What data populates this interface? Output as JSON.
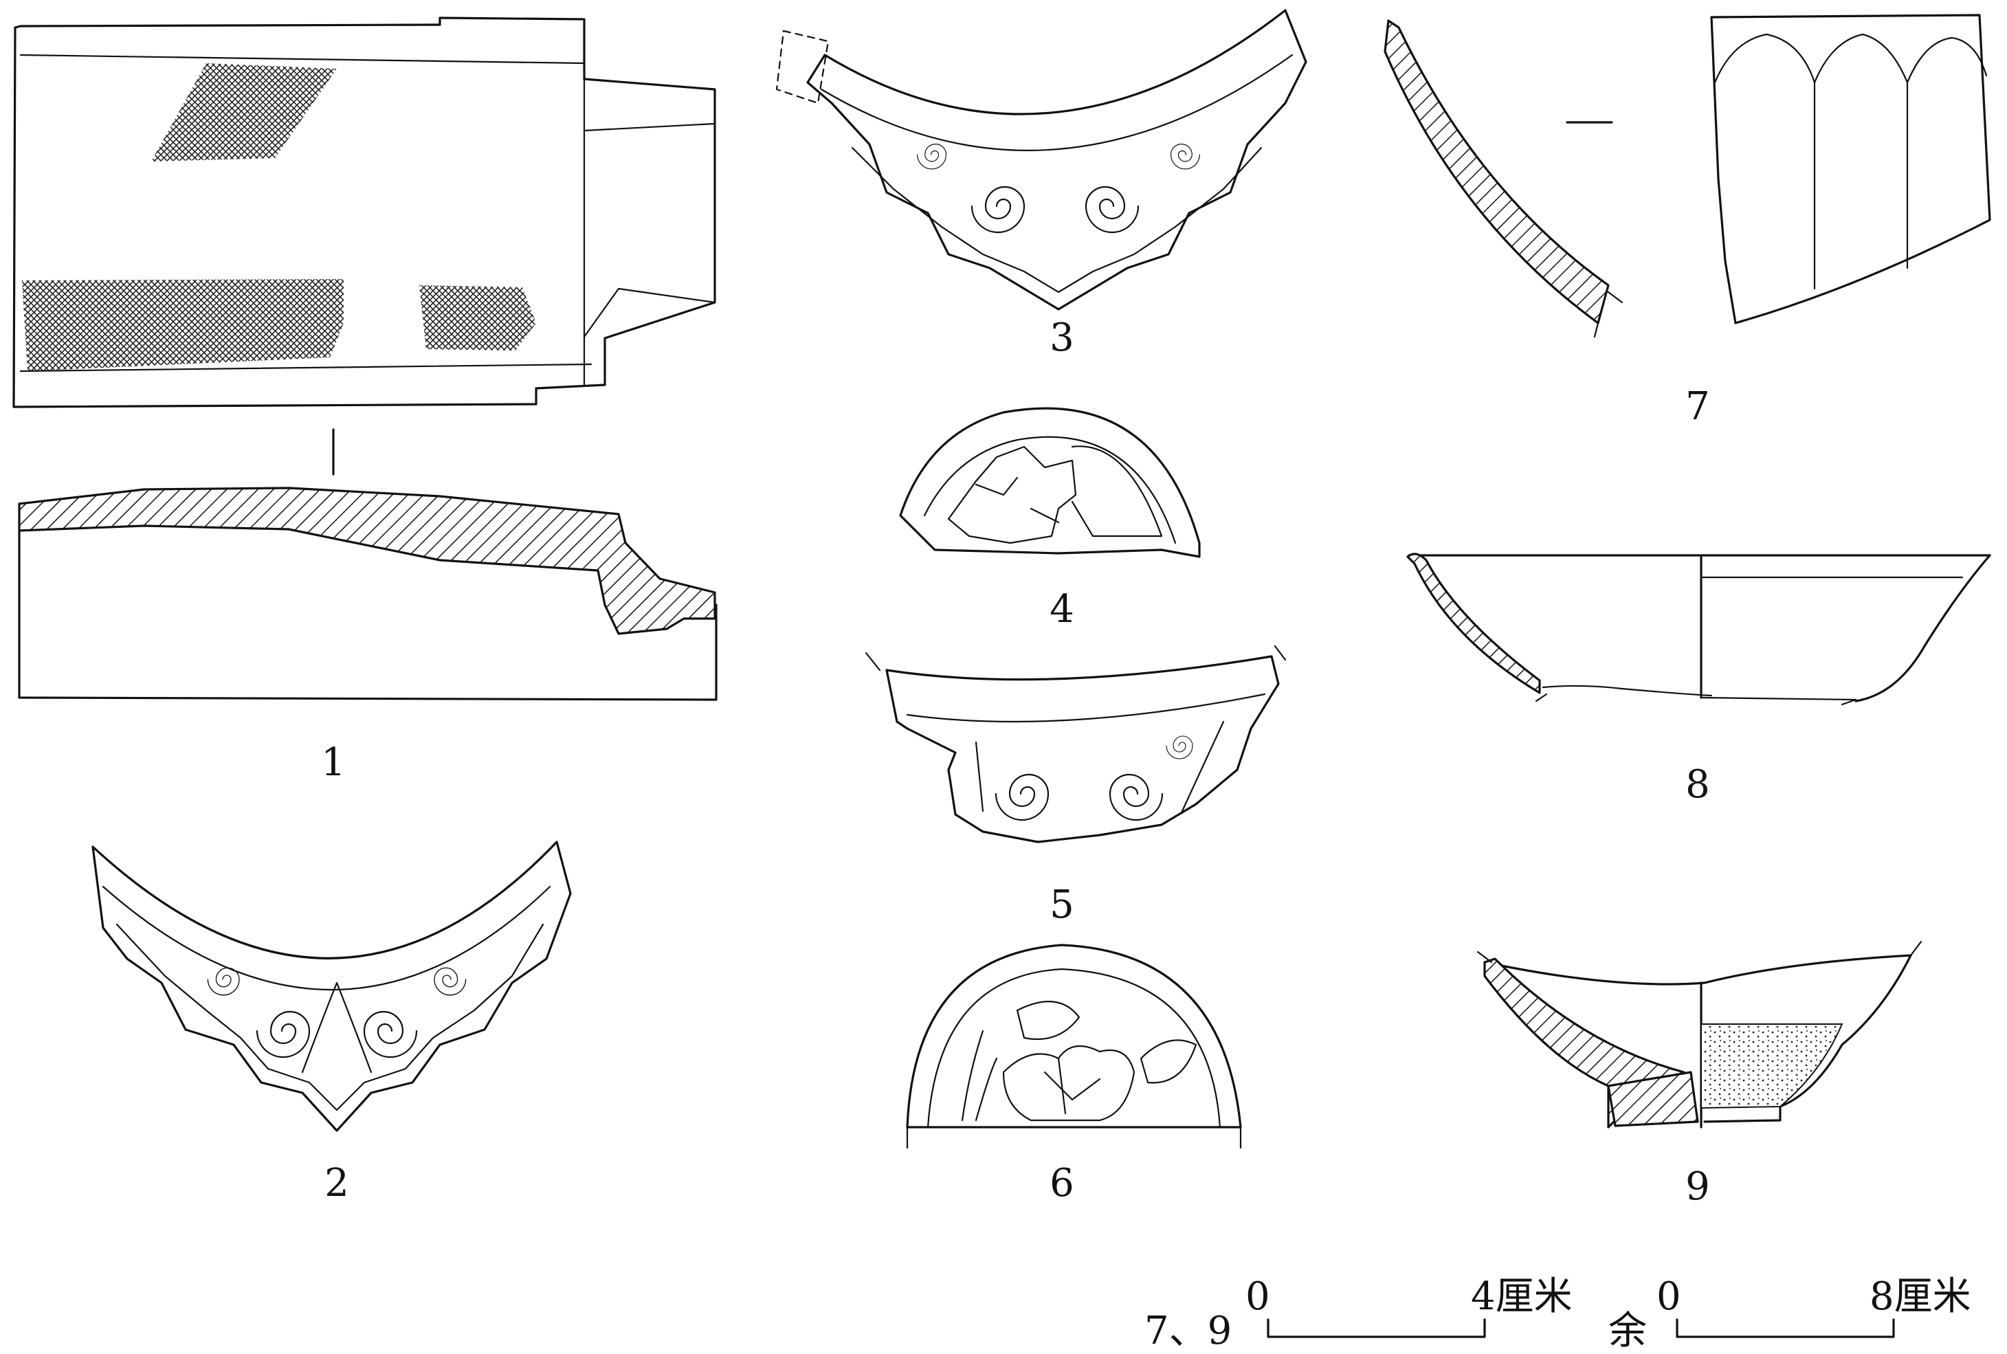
{
  "figure": {
    "labels": [
      "1",
      "2",
      "3",
      "4",
      "5",
      "6",
      "7",
      "8",
      "9"
    ],
    "scale_bars": [
      {
        "prefix": "7、9",
        "start": "0",
        "end": "4厘米"
      },
      {
        "prefix": "余",
        "start": "0",
        "end": "8厘米"
      }
    ]
  }
}
